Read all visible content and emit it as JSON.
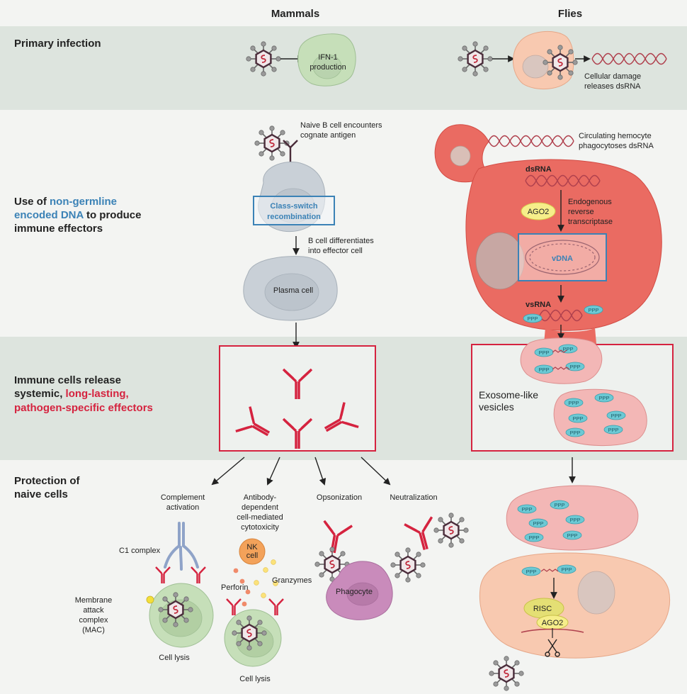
{
  "headers": {
    "mammals": "Mammals",
    "flies": "Flies"
  },
  "rows": {
    "primary": "Primary infection",
    "use": {
      "l1_a": "Use of ",
      "l1_b": "non-germline",
      "l2_a": "encoded DNA",
      "l2_b": " to produce",
      "l3": "immune effectors"
    },
    "release": {
      "l1": "Immune cells release",
      "l2_a": "systemic, ",
      "l2_b": "long-lasting,",
      "l3": "pathogen-specific effectors"
    },
    "protection": {
      "l1": "Protection of",
      "l2": "naive cells"
    }
  },
  "mammals": {
    "ifn_l1": "IFN-1",
    "ifn_l2": "production",
    "naive_l1": "Naive B cell encounters",
    "naive_l2": "cognate antigen",
    "csr_l1": "Class-switch",
    "csr_l2": "recombination",
    "diff_l1": "B cell differentiates",
    "diff_l2": "into effector cell",
    "plasma": "Plasma cell",
    "complement_l1": "Complement",
    "complement_l2": "activation",
    "adcc_l1": "Antibody-",
    "adcc_l2": "dependent",
    "adcc_l3": "cell-mediated",
    "adcc_l4": "cytotoxicity",
    "opsonization": "Opsonization",
    "neutralization": "Neutralization",
    "c1": "C1 complex",
    "mac_l1": "Membrane",
    "mac_l2": "attack",
    "mac_l3": "complex",
    "mac_l4": "(MAC)",
    "lysis1": "Cell lysis",
    "lysis2": "Cell lysis",
    "nk_l1": "NK",
    "nk_l2": "cell",
    "perforin": "Perforin",
    "granzymes": "Granzymes",
    "phagocyte": "Phagocyte"
  },
  "flies": {
    "damage_l1": "Cellular damage",
    "damage_l2": "releases dsRNA",
    "hemo_l1": "Circulating hemocyte",
    "hemo_l2": "phagocytoses dsRNA",
    "dsrna": "dsRNA",
    "ago2": "AGO2",
    "ert_l1": "Endogenous",
    "ert_l2": "reverse",
    "ert_l3": "transcriptase",
    "vdna": "vDNA",
    "vsrna": "vsRNA",
    "ppp": "PPP",
    "exo_l1": "Exosome-like",
    "exo_l2": "vesicles",
    "risc": "RISC",
    "ago2b": "AGO2"
  },
  "colors": {
    "band": "#dde4de",
    "light": "#f3f4f2",
    "red": "#d5233f",
    "blue": "#3b82b6",
    "hemocyte": "#ea6b62",
    "gray_cell": "#c9d0d7",
    "green_cell": "#c6dfb9",
    "peach_cell": "#f8c9b0",
    "pink_vesicle": "#f3b7b6",
    "nk": "#f3a25a",
    "phagocyte": "#c98bbb",
    "c1": "#8fa3c8",
    "ppp": "#6cc9d4",
    "ago2": "#f6ee8a"
  }
}
